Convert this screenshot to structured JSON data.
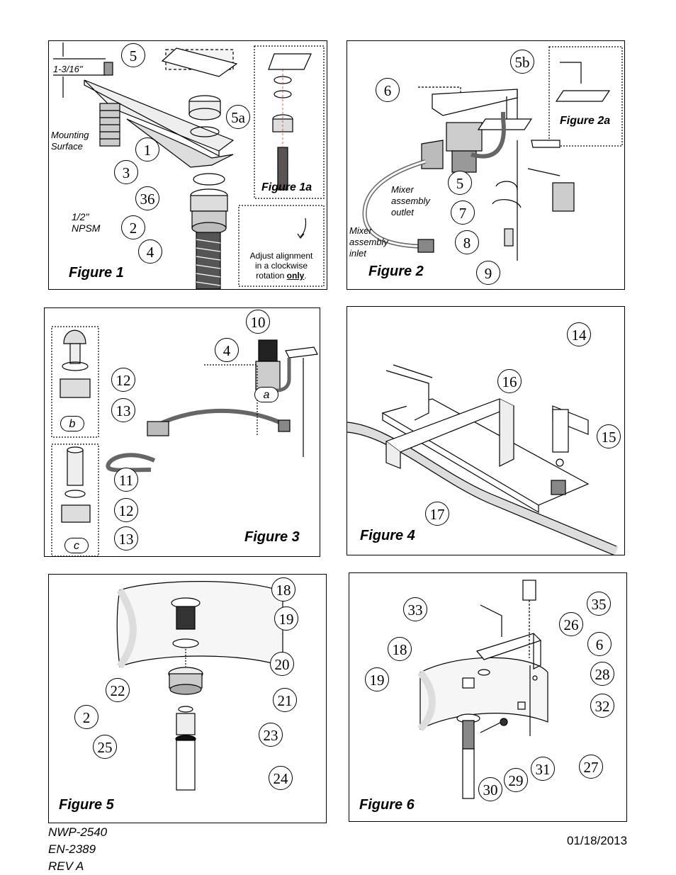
{
  "figures": {
    "f1": {
      "title": "Figure 1",
      "sub_title": "Figure 1a",
      "dimension": "1-3/16\"",
      "mounting": "Mounting Surface",
      "thread": "1/2\" NPSM",
      "note_line1": "Adjust alignment",
      "note_line2": "in a clockwise",
      "note_line3": "rotation",
      "note_only": "only",
      "callouts": [
        "5",
        "5a",
        "1",
        "3",
        "36",
        "2",
        "4"
      ]
    },
    "f2": {
      "title": "Figure 2",
      "sub_title": "Figure 2a",
      "outlet_label": "Mixer assembly outlet",
      "inlet_label": "Mixer assembly inlet",
      "callouts": [
        "5b",
        "6",
        "5",
        "7",
        "8",
        "9"
      ]
    },
    "f3": {
      "title": "Figure 3",
      "letters": [
        "a",
        "b",
        "c"
      ],
      "callouts": [
        "10",
        "4",
        "12",
        "13",
        "11",
        "12",
        "13"
      ]
    },
    "f4": {
      "title": "Figure 4",
      "callouts": [
        "14",
        "16",
        "15",
        "17"
      ]
    },
    "f5": {
      "title": "Figure 5",
      "callouts": [
        "18",
        "19",
        "20",
        "21",
        "22",
        "2",
        "23",
        "25",
        "24"
      ]
    },
    "f6": {
      "title": "Figure 6",
      "callouts": [
        "35",
        "33",
        "26",
        "6",
        "18",
        "28",
        "19",
        "32",
        "27",
        "31",
        "29",
        "30"
      ]
    }
  },
  "footer": {
    "line1": "NWP-2540",
    "line2": "EN-2389",
    "line3": "REV A",
    "date": "01/18/2013"
  }
}
